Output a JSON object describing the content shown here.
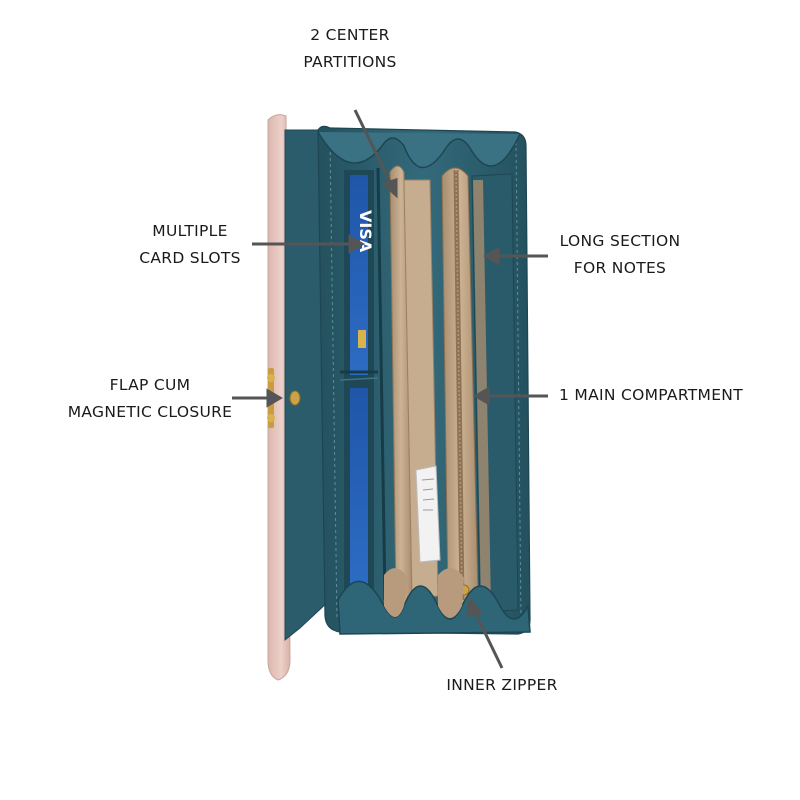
{
  "callouts": {
    "center_partitions": {
      "line1": "2 CENTER",
      "line2": "PARTITIONS"
    },
    "card_slots": {
      "line1": "MULTIPLE",
      "line2": "CARD SLOTS"
    },
    "long_section": {
      "line1": "LONG SECTION",
      "line2": "FOR NOTES"
    },
    "flap_closure": {
      "line1": "FLAP CUM",
      "line2": "MAGNETIC CLOSURE"
    },
    "main_compartment": {
      "line1": "1 MAIN COMPARTMENT"
    },
    "inner_zipper": {
      "line1": "INNER ZIPPER"
    }
  },
  "card_text": {
    "brand": "VISA"
  },
  "colors": {
    "teal": "#2e6272",
    "teal_dark": "#1f4a57",
    "teal_light": "#3d7485",
    "pink_flap": "#e9c9c2",
    "tan": "#b3987a",
    "tan_light": "#cdb394",
    "zipper": "#8d7354",
    "gold": "#caa24a",
    "arrow": "#555555"
  }
}
